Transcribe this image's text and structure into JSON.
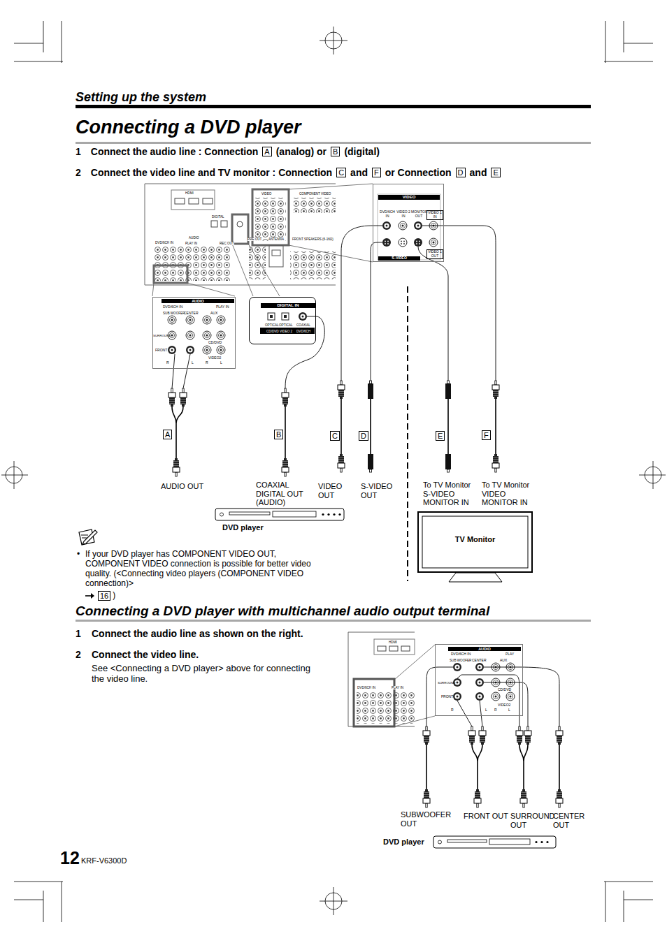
{
  "diagram": {
    "title": "Connecting a DVD player",
    "nodes": [
      {
        "text": [
          "VIDEO",
          "DVD/6CH IN",
          "VIDEO 2 IN",
          "MONITOR OUT",
          "VIDEO 1 IN",
          "VIDEO 1 OUT",
          "S–VIDEO"
        ]
      },
      {
        "text": [
          "AUDIO",
          "DVD/6CH IN",
          "PLAY IN",
          "SUB WOOFER",
          "CENTER",
          "AUX",
          "SURROUND",
          "FRONT",
          "CD/DVD",
          "VIDEO2",
          "R",
          "L",
          "R",
          "L"
        ]
      },
      {
        "text": [
          "DIGITAL IN",
          "OPTICAL",
          "OPTICAL",
          "COAXIAL",
          "CD/DVD",
          "VIDEO 2",
          "DVD/6CH"
        ]
      },
      {
        "text": [
          "DVD player"
        ]
      },
      {
        "text": [
          "TV Monitor"
        ]
      },
      {
        "text": [
          "AUDIO",
          "DVD/6CH IN",
          "PLAY",
          "SUB WOOFER",
          "CENTER",
          "AUX",
          "SURROUND",
          "FRONT",
          "CD/DVD",
          "VIDEO2",
          "R",
          "L",
          "R",
          "L"
        ]
      },
      {
        "text": [
          "DVD player"
        ]
      }
    ],
    "labels": [
      "Setting up the system",
      "1",
      "Connect the audio line : Connection",
      "A",
      "(analog) or",
      "B",
      "(digital)",
      "2",
      "Connect the video line and TV monitor : Connection",
      "C",
      "and",
      "F",
      "or Connection",
      "D",
      "and",
      "E",
      "A",
      "B",
      "C",
      "D",
      "E",
      "F",
      "AUDIO OUT",
      "COAXIAL DIGITAL OUT (AUDIO)",
      "VIDEO OUT",
      "S-VIDEO OUT",
      "To TV Monitor S-VIDEO MONITOR IN",
      "To TV Monitor VIDEO MONITOR IN",
      "•",
      "If your DVD player has COMPONENT VIDEO OUT, COMPONENT VIDEO connection is possible for better video quality. (<Connecting video players (COMPONENT VIDEO connection)>",
      "16",
      ")",
      "Connecting a DVD player with multichannel audio output terminal",
      "1",
      "Connect the audio line as shown on the right.",
      "2",
      "Connect the video line.",
      "See <Connecting a DVD player> above for connecting the video line.",
      "SUBWOOFER OUT",
      "FRONT OUT",
      "SURROUND OUT",
      "CENTER OUT",
      "12",
      "KRF-V6300D",
      "HDMI",
      "VIDEO",
      "COMPONENT VIDEO",
      "DIGITAL",
      "AUDIO",
      "DVD/6CH IN",
      "PLAY IN",
      "REC OUT",
      "PRE OUT",
      "ANTENNA",
      "FRONT SPEAKERS (6-16Ω)",
      "HDMI",
      "DVD/6CH IN",
      "PLAY IN"
    ]
  }
}
